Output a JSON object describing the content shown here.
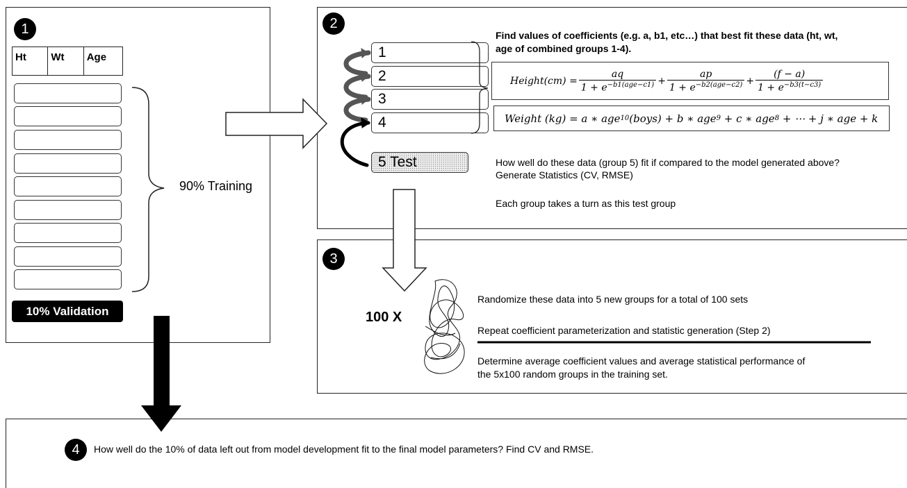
{
  "panel1": {
    "number": "1",
    "headers": [
      "Ht",
      "Wt",
      "Age"
    ],
    "training_label": "90% Training",
    "validation_label": "10% Validation",
    "row_count": 9
  },
  "panel2": {
    "number": "2",
    "groups": [
      "1",
      "2",
      "3",
      "4"
    ],
    "test_label": "5  Test",
    "instruction": "Find values of coefficients (e.g. a, b1, etc…) that best fit these data (ht, wt,",
    "instruction_line2": "age of combined groups 1-4).",
    "height_formula": {
      "lhs": "Height(cm) =",
      "t1_num": "aq",
      "t1_den": "1 + e",
      "t1_exp": "−b1(age−c1)",
      "t2_num": "ap",
      "t2_den": "1 + e",
      "t2_exp": "−b2(age−c2)",
      "t3_num": "(f − a)",
      "t3_den": "1 + e",
      "t3_exp": "−b3(t−c3)",
      "plus": "+"
    },
    "weight_formula": {
      "p1": "Weight (kg) = a ∗ age",
      "e1": "10",
      "p2": "(boys) + b ∗ age",
      "e2": "9",
      "p3": " + c ∗ age",
      "e3": "8",
      "p4": " + ⋯ + j ∗ age + k"
    },
    "question": "How well do these data (group 5) fit if compared to the model generated above?",
    "question_line2": "Generate Statistics (CV, RMSE)",
    "turn_note": "Each group takes a turn as this test group"
  },
  "panel3": {
    "number": "3",
    "repeat_label": "100 X",
    "step_randomize": "Randomize these data into 5 new groups for a total of 100 sets",
    "step_repeat": "Repeat coefficient parameterization and statistic generation (Step 2)",
    "step_average": "Determine average coefficient values and average statistical performance of",
    "step_average_line2": "the 5x100 random groups in the training set."
  },
  "panel4": {
    "number": "4",
    "question": "How well do the 10% of data left out from model development fit to the final model parameters? Find CV and RMSE."
  },
  "colors": {
    "stroke": "#222222",
    "fill_dark": "#000000",
    "arrow_grey": "#555555"
  }
}
